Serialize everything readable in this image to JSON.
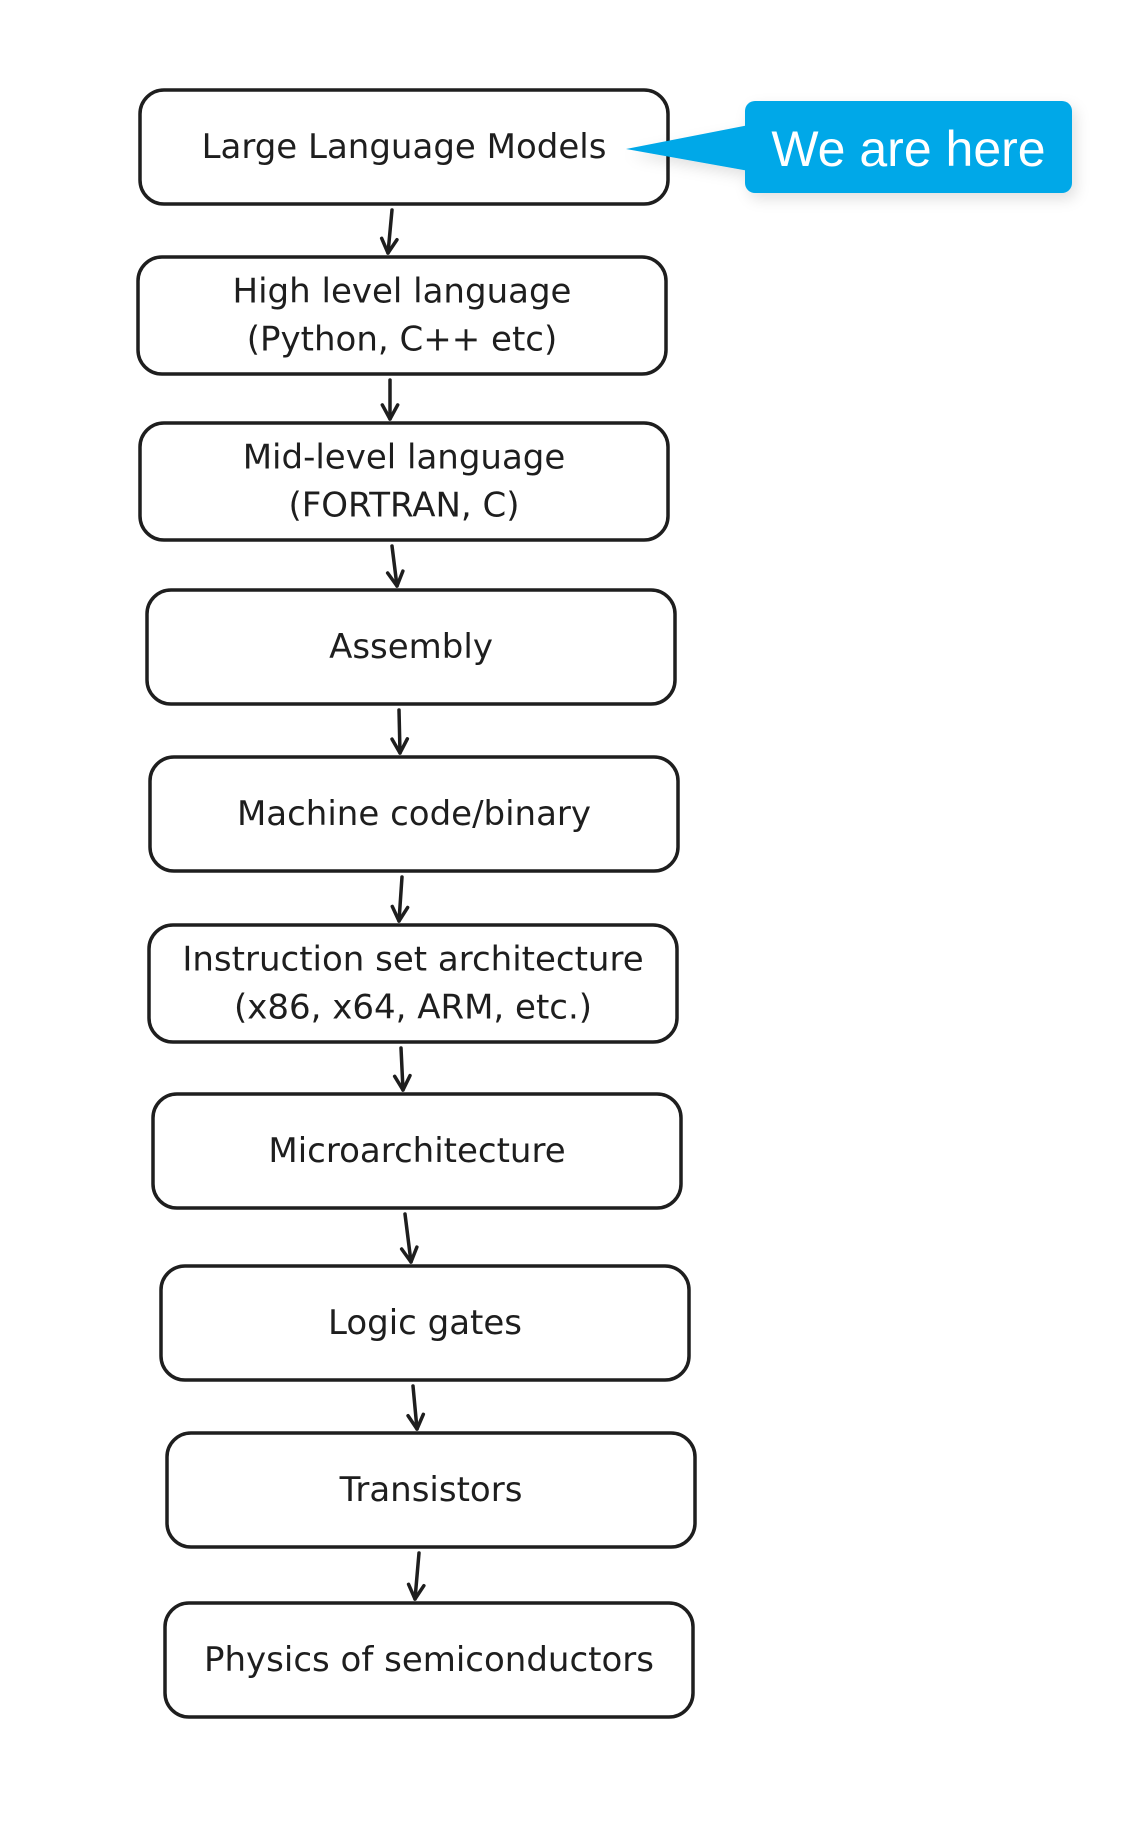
{
  "diagram": {
    "nodes": [
      {
        "id": "llm",
        "lines": [
          "Large Language Models"
        ]
      },
      {
        "id": "high-level",
        "lines": [
          "High level language",
          "(Python, C++ etc)"
        ]
      },
      {
        "id": "mid-level",
        "lines": [
          "Mid-level language",
          "(FORTRAN, C)"
        ]
      },
      {
        "id": "assembly",
        "lines": [
          "Assembly"
        ]
      },
      {
        "id": "machine-code",
        "lines": [
          "Machine code/binary"
        ]
      },
      {
        "id": "isa",
        "lines": [
          "Instruction set architecture",
          "(x86, x64, ARM, etc.)"
        ]
      },
      {
        "id": "microarchitecture",
        "lines": [
          "Microarchitecture"
        ]
      },
      {
        "id": "logic-gates",
        "lines": [
          "Logic gates"
        ]
      },
      {
        "id": "transistors",
        "lines": [
          "Transistors"
        ]
      },
      {
        "id": "physics",
        "lines": [
          "Physics of semiconductors"
        ]
      }
    ],
    "edges": [
      {
        "from": "llm",
        "to": "high-level"
      },
      {
        "from": "high-level",
        "to": "mid-level"
      },
      {
        "from": "mid-level",
        "to": "assembly"
      },
      {
        "from": "assembly",
        "to": "machine-code"
      },
      {
        "from": "machine-code",
        "to": "isa"
      },
      {
        "from": "isa",
        "to": "microarchitecture"
      },
      {
        "from": "microarchitecture",
        "to": "logic-gates"
      },
      {
        "from": "logic-gates",
        "to": "transistors"
      },
      {
        "from": "transistors",
        "to": "physics"
      }
    ],
    "callout": {
      "text": "We are here",
      "points_to": "llm",
      "color": "#00a8e8"
    }
  }
}
